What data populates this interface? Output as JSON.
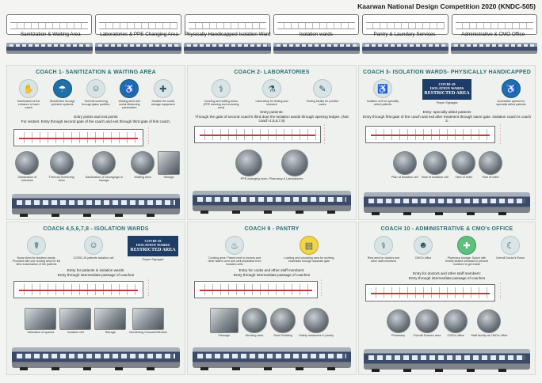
{
  "header": {
    "title": "Kaarwan National Design Competition 2020 (KNDC-505)"
  },
  "strip": {
    "labels": [
      "Sanitization & Waiting Area",
      "Laboratories & PPE Changing Area",
      "Physically Handicapped Isolation Ward",
      "Isolation wards",
      "Pantry & Laundary Services",
      "Administrative & CMO Office"
    ]
  },
  "coach1": {
    "title": "COACH 1- SANITIZATION & WAITING AREA",
    "icons": [
      {
        "icon": "hand-sanitizer-icon",
        "caption": "Sanitization at the entrance of each coach"
      },
      {
        "icon": "disinfection-tunnel-icon",
        "caption": "Disinfection through sprinkler systems"
      },
      {
        "icon": "thermal-scan-icon",
        "caption": "Thermal screening through glass partition"
      },
      {
        "icon": "waiting-icon",
        "caption": "Waiting area with social distancing parameters"
      },
      {
        "icon": "sanitize-bag-icon",
        "caption": "Sanitize the social storage equipment"
      }
    ],
    "note": "Entry points and exit points\nFor visitors: Entry through second gate of the coach and exit through third gate of first coach.",
    "photos": [
      "Sanitization of entrance",
      "Thermal Screening Area",
      "Sanitization of belongings in storage",
      "Waiting area",
      "Storage"
    ]
  },
  "coach2": {
    "title": "COACH 2- LABORATORIES",
    "icons": [
      {
        "icon": "ppe-icon",
        "caption": "Donning and doffing areas (PPE wearing and removing area)"
      },
      {
        "icon": "lab-icon",
        "caption": "Laboratory for testing and research"
      },
      {
        "icon": "swab-icon",
        "caption": "Testing facility for positive cases"
      }
    ],
    "note": "Entry patients:\nThrough the gate of second coach's third door the isolation wards through opening ledges. (Not coach 4,5,6,7,8)",
    "photos": [
      "PPE changing room, Pharmacy & Laboratories"
    ]
  },
  "coach3": {
    "title": "COACH 3- ISOLATION WARDS- PHYSICALLY HANDICAPPED",
    "icons": [
      {
        "icon": "wheelchair-icon",
        "caption": "Isolation unit for specially abled patients"
      },
      {
        "caption": "Proper Signages"
      },
      {
        "icon": "accessible-icon",
        "caption": "Accessible symbol for specially abled patients"
      }
    ],
    "badge": {
      "line1": "COVID-19",
      "line2": "ISOLATION WARDS",
      "line3": "RESTRICTED AREA"
    },
    "note": "Entry: specially abled patients\nEntry through first gate of the coach and exit after treatment through same gate. Isolation coach is coach 3.",
    "photos": [
      "Plan of Isolation cell",
      "View of Isolation cell",
      "View of toilet",
      "Plan of toilet"
    ]
  },
  "coach4": {
    "title": "COACH 4,5,6,7,8 - ISOLATION WARDS",
    "icons": [
      {
        "icon": "nurse-icon",
        "caption": "Nurse Area for isolation wards: Provided with one nursing area for full time examination of the patients"
      },
      {
        "icon": "patient-icon",
        "caption": "COVID-19 patients isolation cell"
      },
      {
        "caption": "Proper Signages"
      }
    ],
    "badge": {
      "line1": "COVID-19",
      "line2": "ISOLATION WARDS",
      "line3": "RESTRICTED AREA"
    },
    "note": "Entry for patients in isolation wards:\nEntry through intermediate passage of coaches",
    "photos": [
      "Utilization of spaces",
      "Isolation cell",
      "Storage",
      "Monitoring Console/Window"
    ]
  },
  "coach9": {
    "title": "COACH 9 - PANTRY",
    "icons": [
      {
        "icon": "cooking-icon",
        "caption": "Cooking area: Placed next to doctors and other staff's room and well separated from isolation cells"
      },
      {
        "icon": "storage-icon",
        "caption": "Loading and unloading area for working essentials through separate gate"
      }
    ],
    "note": "Entry for cooks and other staff members:\nEntry through intermediate passage of coaches",
    "photos": [
      "Passage",
      "Working area",
      "Store Building",
      "Safety measures in pantry"
    ]
  },
  "coach10": {
    "title": "COACH 10 - ADMINISTRATIVE & CMO's OFFICE",
    "icons": [
      {
        "icon": "doctor-icon",
        "caption": "Rest area for doctors and other staff members"
      },
      {
        "icon": "cmo-icon",
        "caption": "CMO's office"
      },
      {
        "icon": "pharmacy-icon",
        "caption": "Pharmacy storage: Space with freshly sealed windows to prevent moisture to get inside"
      },
      {
        "icon": "rest-icon",
        "caption": "Overall Doctor's Room"
      }
    ],
    "note": "Entry for doctors and other staff members:\nEntry through intermediate passage of coaches",
    "photos": [
      "Pharmacy",
      "Overall Doctors area",
      "CMO's office",
      "Staff facility at CMO's office"
    ]
  }
}
